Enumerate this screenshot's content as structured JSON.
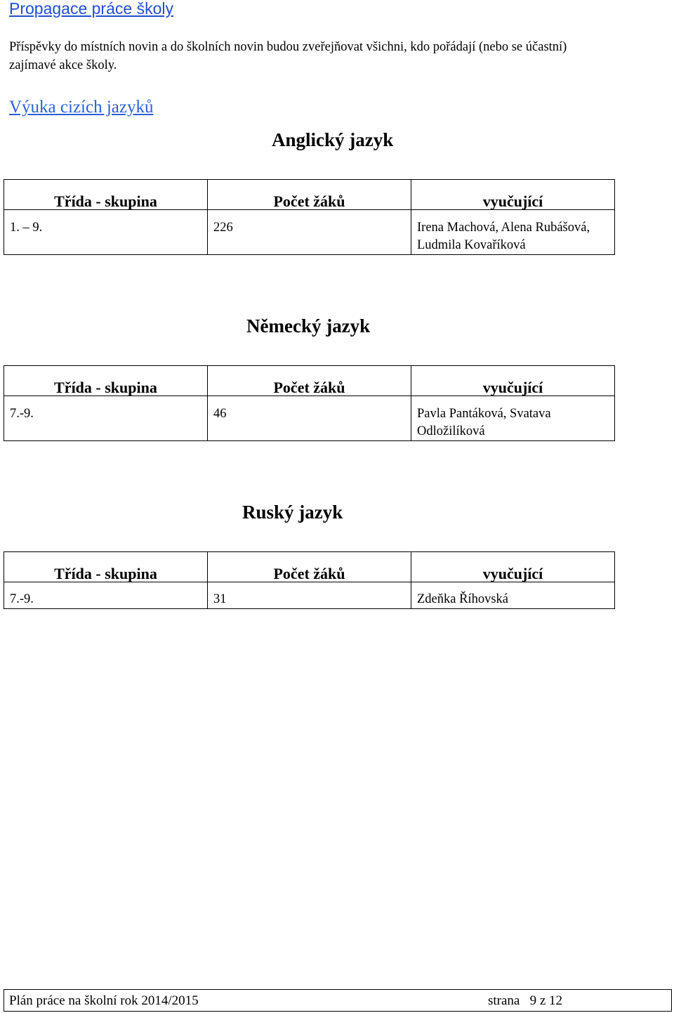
{
  "heading": "Propagace práce školy",
  "paragraph_line1": "Příspěvky do místních novin a do školních novin budou zveřejňovat všichni, kdo pořádají (nebo se účastní)",
  "paragraph_line2": "zajímavé akce školy.",
  "subheading": "Výuka cizích jazyků",
  "tables": [
    {
      "title": "Anglický jazyk",
      "headers": [
        "Třída - skupina",
        "Počet žáků",
        "vyučující"
      ],
      "row": [
        "1. – 9.",
        "226",
        "Irena Machová, Alena Rubášová, Ludmila Kovaříková"
      ]
    },
    {
      "title": "Německý jazyk",
      "headers": [
        "Třída - skupina",
        "Počet žáků",
        "vyučující"
      ],
      "row": [
        "7.-9.",
        "46",
        "Pavla Pantáková, Svatava Odložilíková"
      ]
    },
    {
      "title": "Ruský jazyk",
      "headers": [
        "Třída - skupina",
        "Počet žáků",
        "vyučující"
      ],
      "row": [
        "7.-9.",
        "31",
        "Zdeňka Říhovská"
      ]
    }
  ],
  "footer": {
    "left": "Plán práce na školní rok 2014/2015",
    "right": "strana   9 z 12"
  }
}
